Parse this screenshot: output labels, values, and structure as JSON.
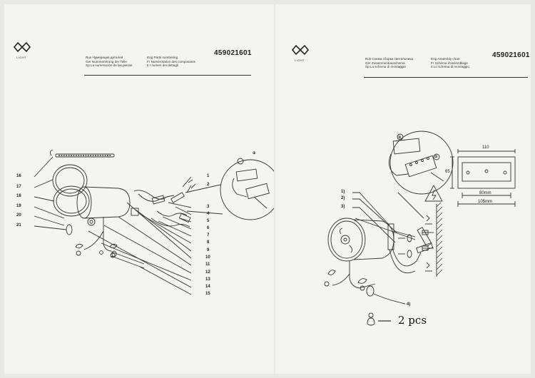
{
  "left_page": {
    "logo_text": "LIGHT",
    "doc_number": "459021601",
    "header_lines_left": [
      "Rus  Нумерация деталей",
      "Ger  Nummerierung der Teile",
      "Sp  La numeración de las piezas"
    ],
    "header_lines_right": [
      "Eng  Parts numbering",
      "Fr  Numérotation des composants",
      "It  I numeri dei dettagli"
    ],
    "part_numbers_left": [
      "16",
      "17",
      "18",
      "19",
      "20",
      "21"
    ],
    "part_numbers_right": [
      "1",
      "2",
      "3",
      "4",
      "5",
      "6",
      "7",
      "8",
      "9",
      "10",
      "11",
      "12",
      "13",
      "14",
      "15"
    ],
    "callout": "②"
  },
  "right_page": {
    "logo_text": "LIGHT",
    "doc_number": "459021601",
    "header_lines_left": [
      "Rus  Схема сборки светильника",
      "Ger  Zusammenbauschema",
      "Sp  La schema di montaggio"
    ],
    "header_lines_right": [
      "Eng  Assembly chart",
      "Fr  Schéma d'assemblage",
      "It  Lo schema di montaggio"
    ],
    "step_labels": [
      "1)",
      "2)",
      "3)",
      "4)"
    ],
    "callouts": [
      "②",
      "①"
    ],
    "dimensions": {
      "top": "110",
      "side": "65",
      "inner": "80mm",
      "bottom": "105mm"
    },
    "pcs_label": "2 pcs"
  }
}
